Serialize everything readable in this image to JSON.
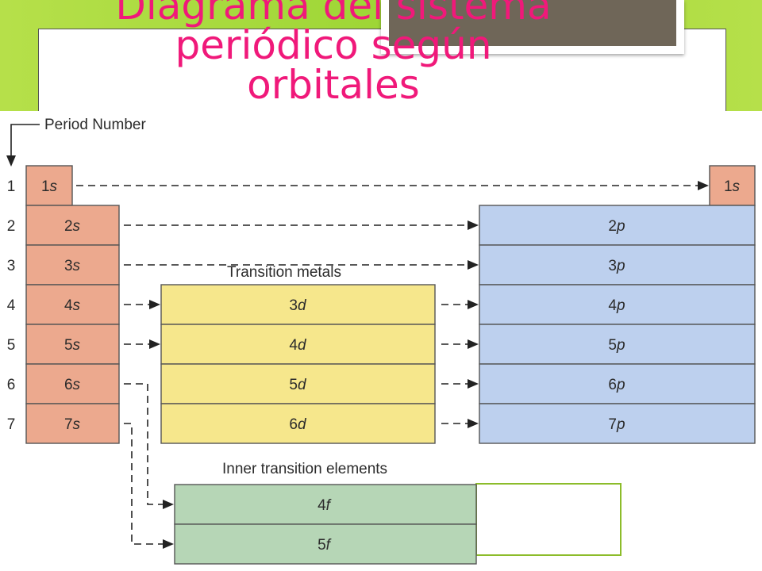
{
  "title": "Diagrama del sistema periódico según orbitales",
  "colors": {
    "title": "#f0197a",
    "background_green": "#9ed636",
    "s_block": "#eca98e",
    "p_block": "#bdd0ee",
    "d_block": "#f6e78c",
    "f_block": "#b6d6b6",
    "empty_box_border": "#8cbc2a"
  },
  "labels": {
    "period_number": "Period Number",
    "transition_metals": "Transition metals",
    "inner_transition": "Inner transition elements"
  },
  "periods": [
    "1",
    "2",
    "3",
    "4",
    "5",
    "6",
    "7"
  ],
  "s_block": [
    {
      "num": "1",
      "letter": "s"
    },
    {
      "num": "2",
      "letter": "s"
    },
    {
      "num": "3",
      "letter": "s"
    },
    {
      "num": "4",
      "letter": "s"
    },
    {
      "num": "5",
      "letter": "s"
    },
    {
      "num": "6",
      "letter": "s"
    },
    {
      "num": "7",
      "letter": "s"
    }
  ],
  "p_block": [
    {
      "num": "1",
      "letter": "s"
    },
    {
      "num": "2",
      "letter": "p"
    },
    {
      "num": "3",
      "letter": "p"
    },
    {
      "num": "4",
      "letter": "p"
    },
    {
      "num": "5",
      "letter": "p"
    },
    {
      "num": "6",
      "letter": "p"
    },
    {
      "num": "7",
      "letter": "p"
    }
  ],
  "d_block": [
    {
      "num": "3",
      "letter": "d"
    },
    {
      "num": "4",
      "letter": "d"
    },
    {
      "num": "5",
      "letter": "d"
    },
    {
      "num": "6",
      "letter": "d"
    }
  ],
  "f_block": [
    {
      "num": "4",
      "letter": "f"
    },
    {
      "num": "5",
      "letter": "f"
    }
  ]
}
